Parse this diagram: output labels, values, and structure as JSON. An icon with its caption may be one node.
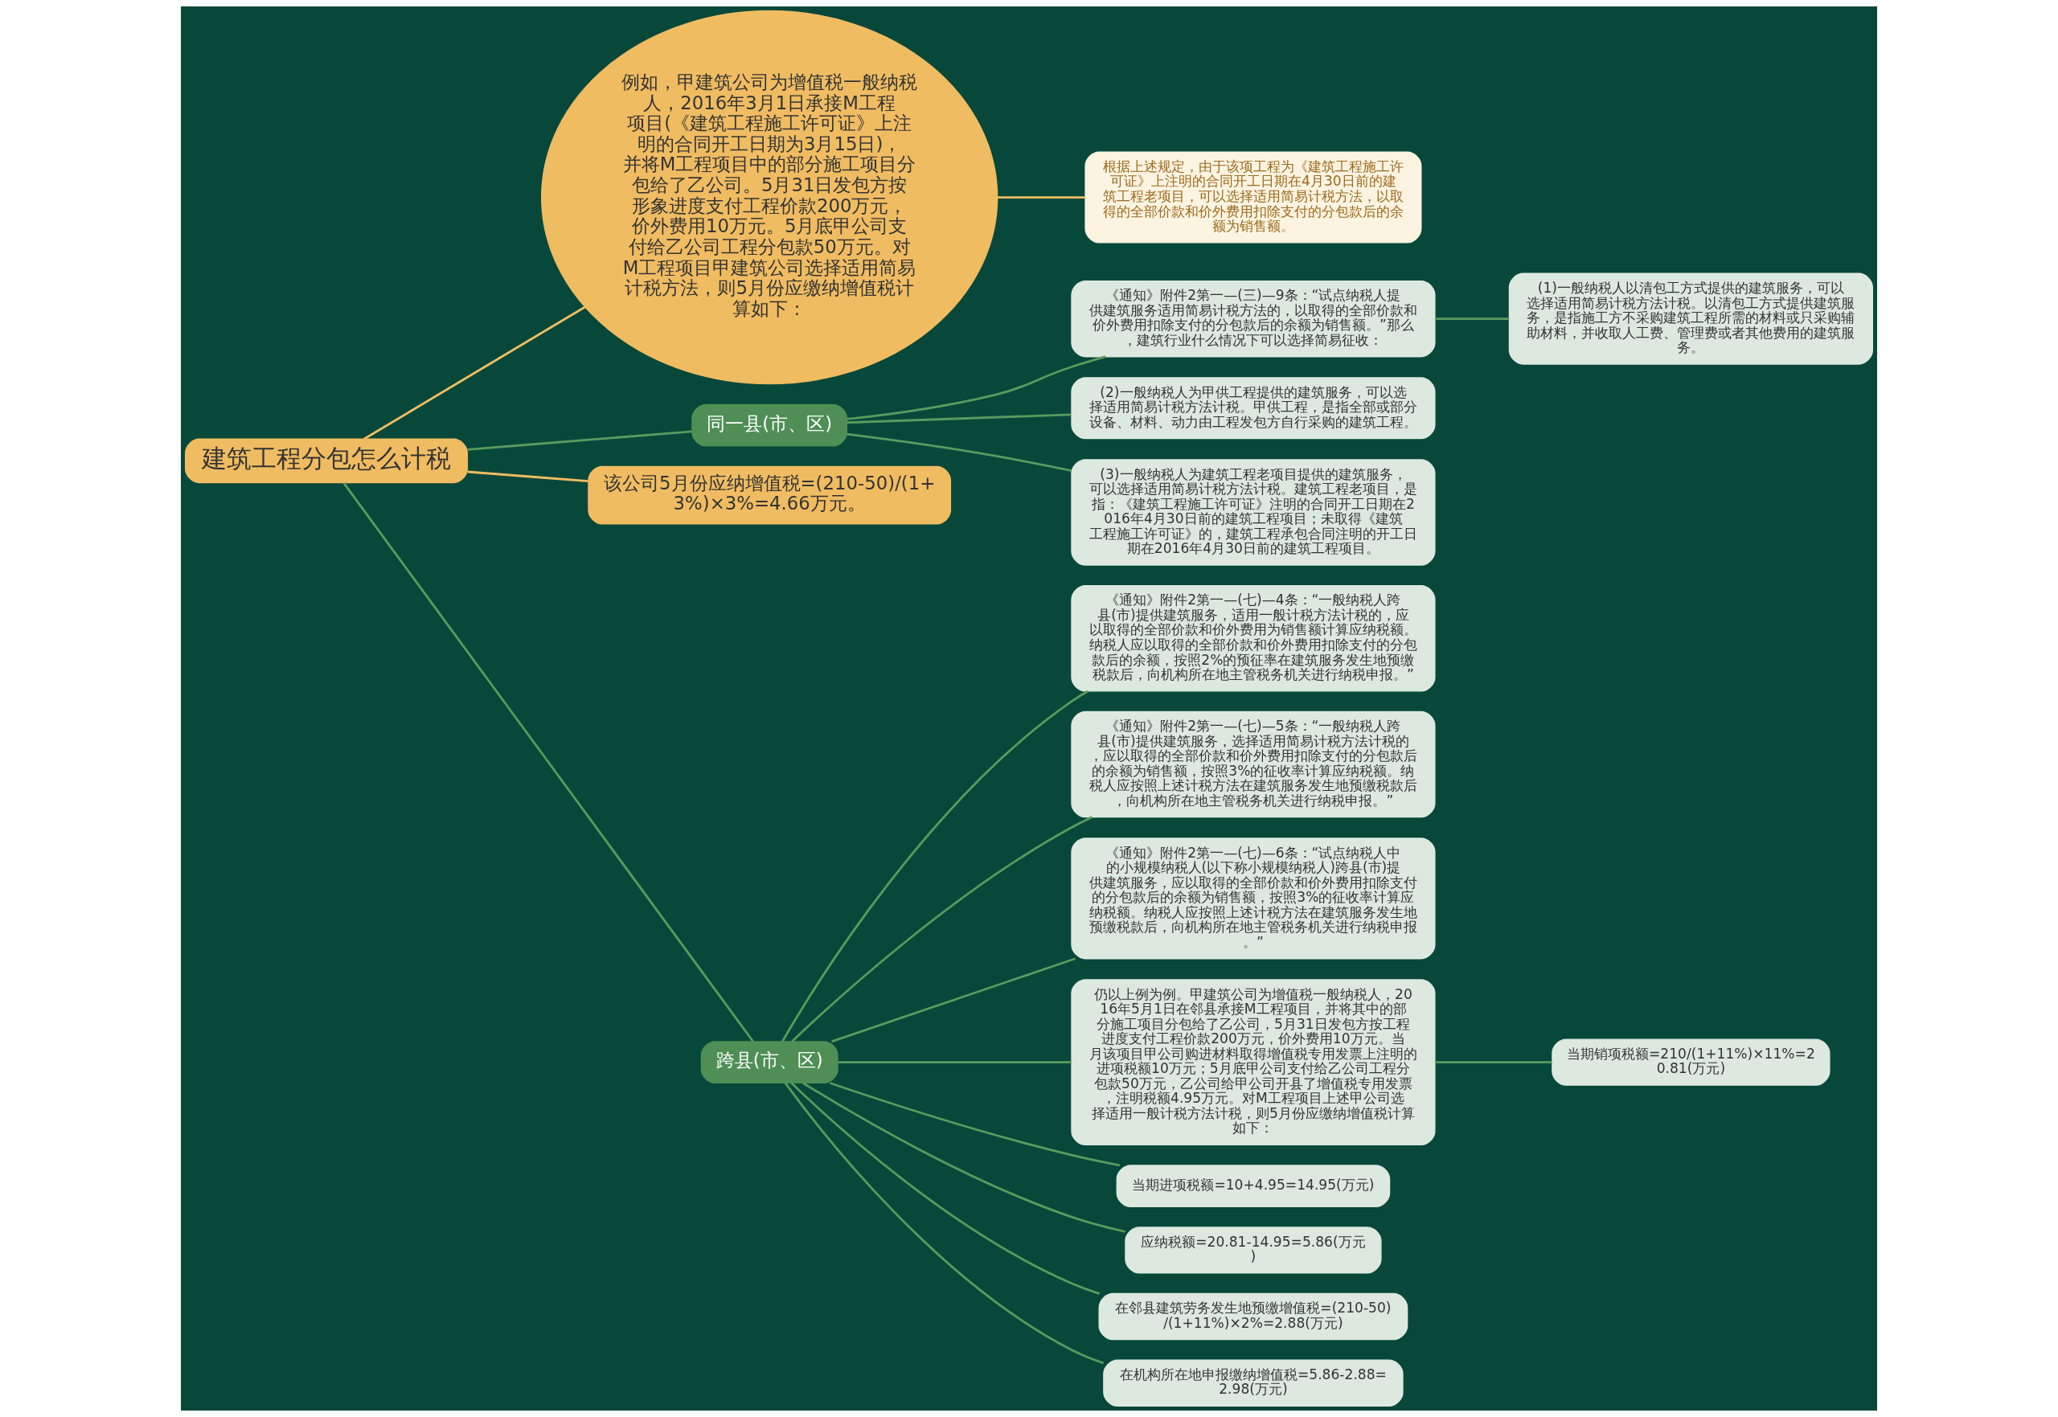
{
  "diagram": {
    "nodes": [
      {
        "text": [
          "建筑工程分包怎么计税"
        ]
      },
      {
        "text": [
          "例如，甲建筑公司为增值税一般纳税人，2016年3月1日承接M工程项目(《建筑工程施工许可证》上注明的合同开工日期为3月15日)，并将M工程项目中的部分施工项目分包给了乙公司。5月31日发包方按形象进度支付工程价款200万元，价外费用10万元。5月底甲公司支付给乙公司工程分包款50万元。对M工程项目甲建筑公司选择适用简易计税方法，则5月份应缴纳增值税计算如下："
        ]
      },
      {
        "text": [
          "根据上述规定，由于该项工程为《建筑工程施工许可证》上注明的合同开工日期在4月30日前的建筑工程老项目，可以选择适用简易计税方法，以取得的全部价款和价外费用扣除支付的分包款后的余额为销售额。"
        ]
      },
      {
        "text": [
          "同一县(市、区)"
        ]
      },
      {
        "text": [
          "《通知》附件2第一—(三)—9条：“试点纳税人提供建筑服务适用简易计税方法的，以取得的全部价款和价外费用扣除支付的分包款后的余额为销售额。”那么，建筑行业什么情况下可以选择简易征收："
        ]
      },
      {
        "text": [
          "(1)一般纳税人以清包工方式提供的建筑服务，可以选择适用简易计税方法计税。以清包工方式提供建筑服务，是指施工方不采购建筑工程所需的材料或只采购辅助材料，并收取人工费、管理费或者其他费用的建筑服务。"
        ]
      },
      {
        "text": [
          "(2)一般纳税人为甲供工程提供的建筑服务，可以选择适用简易计税方法计税。甲供工程，是指全部或部分设备、材料、动力由工程发包方自行采购的建筑工程。"
        ]
      },
      {
        "text": [
          "(3)一般纳税人为建筑工程老项目提供的建筑服务，可以选择适用简易计税方法计税。建筑工程老项目，是指：《建筑工程施工许可证》注明的合同开工日期在2016年4月30日前的建筑工程项目；未取得《建筑工程施工许可证》的，建筑工程承包合同注明的开工日期在2016年4月30日前的建筑工程项目。"
        ]
      },
      {
        "text": [
          "该公司5月份应纳增值税=(210-50)/(1+3%)×3%=4.66万元。"
        ]
      },
      {
        "text": [
          "跨县(市、区)"
        ]
      },
      {
        "text": [
          "《通知》附件2第一—(七)—4条：“一般纳税人跨县(市)提供建筑服务，适用一般计税方法计税的，应以取得的全部价款和价外费用为销售额计算应纳税额。纳税人应以取得的全部价款和价外费用扣除支付的分包款后的余额，按照2%的预征率在建筑服务发生地预缴税款后，向机构所在地主管税务机关进行纳税申报。”"
        ]
      },
      {
        "text": [
          "《通知》附件2第一—(七)—5条：“一般纳税人跨县(市)提供建筑服务，选择适用简易计税方法计税的，应以取得的全部价款和价外费用扣除支付的分包款后的余额为销售额，按照3%的征收率计算应纳税额。纳税人应按照上述计税方法在建筑服务发生地预缴税款后，向机构所在地主管税务机关进行纳税申报。”"
        ]
      },
      {
        "text": [
          "《通知》附件2第一—(七)—6条：“试点纳税人中的小规模纳税人(以下称小规模纳税人)跨县(市)提供建筑服务，应以取得的全部价款和价外费用扣除支付的分包款后的余额为销售额，按照3%的征收率计算应纳税额。纳税人应按照上述计税方法在建筑服务发生地预缴税款后，向机构所在地主管税务机关进行纳税申报。”"
        ]
      },
      {
        "text": [
          "仍以上例为例。甲建筑公司为增值税一般纳税人，2016年5月1日在邻县承接M工程项目，并将其中的部分施工项目分包给了乙公司，5月31日发包方按工程进度支付工程价款200万元，价外费用10万元。当月该项目甲公司购进材料取得增值税专用发票上注明的进项税额10万元；5月底甲公司支付给乙公司工程分包款50万元，乙公司给甲公司开县了增值税专用发票，注明税额4.95万元。对M工程项目上述甲公司选择适用一般计税方法计税，则5月份应缴纳增值税计算如下："
        ]
      },
      {
        "text": [
          "当期销项税额=210/(1+11%)×11%=20.81(万元)"
        ]
      },
      {
        "text": [
          "当期进项税额=10+4.95=14.95(万元)"
        ]
      },
      {
        "text": [
          "应纳税额=20.81-14.95=5.86(万元)"
        ]
      },
      {
        "text": [
          "在邻县建筑劳务发生地预缴增值税=(210-50)/(1+11%)×2%=2.88(万元)"
        ]
      },
      {
        "text": [
          "在机构所在地申报缴纳增值税=5.86-2.88=2.98(万元)"
        ]
      }
    ],
    "edges": [
      {
        "from": 0,
        "to": 1,
        "arrow": "none",
        "color": "#f0bc62"
      },
      {
        "from": 1,
        "to": 2,
        "arrow": "none",
        "color": "#f0bc62"
      },
      {
        "from": 0,
        "to": 3,
        "arrow": "none"
      },
      {
        "from": 3,
        "to": 4,
        "arrow": "none"
      },
      {
        "from": 4,
        "to": 5,
        "arrow": "none"
      },
      {
        "from": 3,
        "to": 6,
        "arrow": "none"
      },
      {
        "from": 3,
        "to": 7,
        "arrow": "none"
      },
      {
        "from": 0,
        "to": 8,
        "arrow": "none",
        "color": "#f0bc62"
      },
      {
        "from": 0,
        "to": 9,
        "arrow": "none"
      },
      {
        "from": 9,
        "to": 10,
        "arrow": "none"
      },
      {
        "from": 9,
        "to": 11,
        "arrow": "none"
      },
      {
        "from": 9,
        "to": 12,
        "arrow": "none"
      },
      {
        "from": 9,
        "to": 13,
        "arrow": "none"
      },
      {
        "from": 13,
        "to": 14,
        "arrow": "none"
      },
      {
        "from": 9,
        "to": 15,
        "arrow": "none"
      },
      {
        "from": 9,
        "to": 16,
        "arrow": "none"
      },
      {
        "from": 9,
        "to": 17,
        "arrow": "none"
      },
      {
        "from": 9,
        "to": 18,
        "arrow": "none"
      }
    ]
  }
}
